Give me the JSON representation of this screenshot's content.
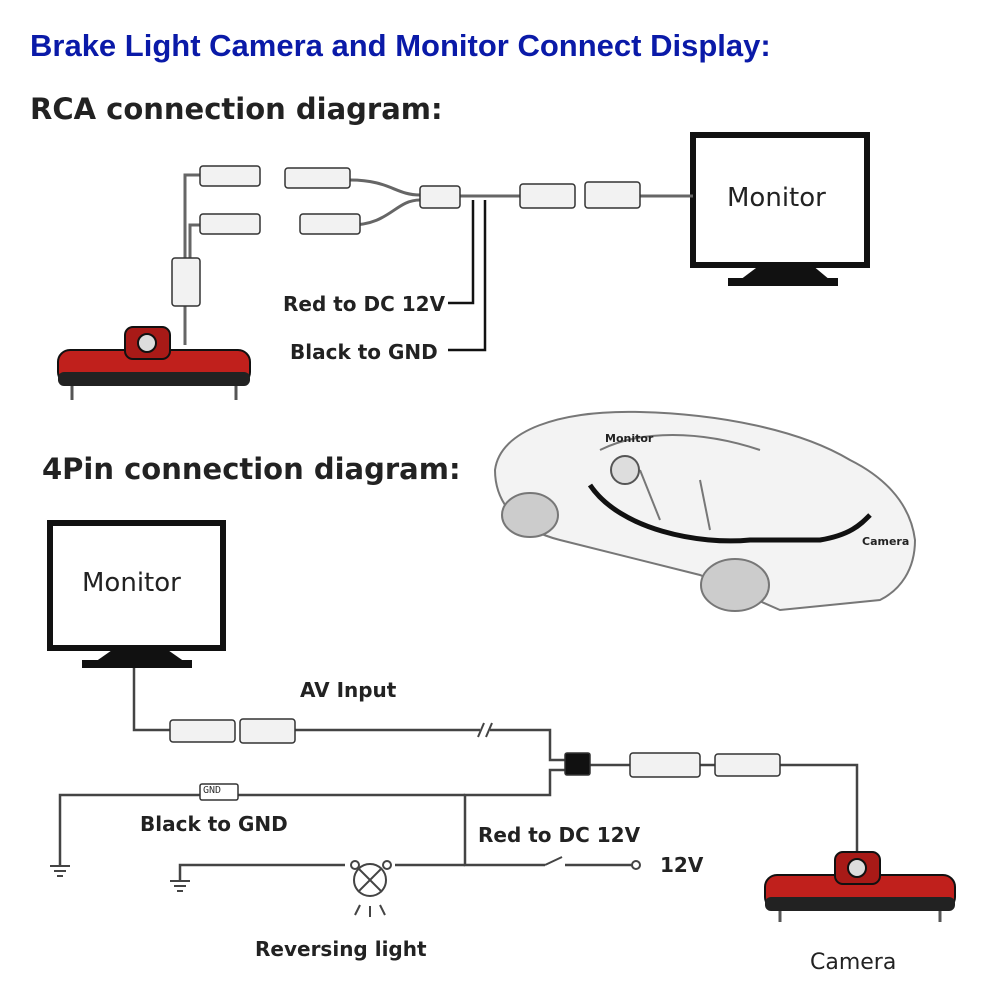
{
  "title": "Brake Light Camera and  Monitor Connect Display:",
  "rca": {
    "heading": "RCA  connection diagram:",
    "monitor_label": "Monitor",
    "red_label": "Red to DC 12V",
    "black_label": "Black to GND"
  },
  "car": {
    "monitor_label": "Monitor",
    "camera_label": "Camera"
  },
  "pin4": {
    "heading": "4Pin connection diagram:",
    "monitor_label": "Monitor",
    "av_label": "AV Input",
    "gnd_tag": "GND",
    "black_label": "Black to GND",
    "red_label": "Red to DC 12V",
    "v12_label": "12V",
    "reversing_label": "Reversing light",
    "camera_label": "Camera"
  },
  "colors": {
    "title": "#0a1aa8",
    "camera_red": "#c0201c",
    "line": "#444444"
  }
}
